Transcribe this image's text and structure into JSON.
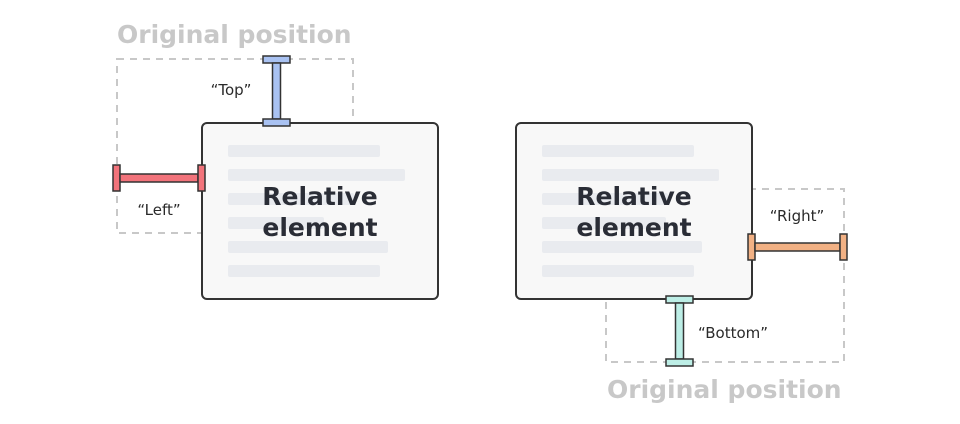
{
  "left_diagram": {
    "original_label": "Original position",
    "top_label": "“Top”",
    "left_label": "“Left”",
    "element_line1": "Relative",
    "element_line2": "element"
  },
  "right_diagram": {
    "original_label": "Original position",
    "right_label": "“Right”",
    "bottom_label": "“Bottom”",
    "element_line1": "Relative",
    "element_line2": "element"
  },
  "colors": {
    "top": "#a9c2f2",
    "left": "#f2737b",
    "right": "#f2b184",
    "bottom": "#bdeee6",
    "dashed": "#c8c8c8",
    "box_fill": "#f8f8f8",
    "box_stroke": "#333333",
    "placeholder_line": "#e9ebef"
  }
}
